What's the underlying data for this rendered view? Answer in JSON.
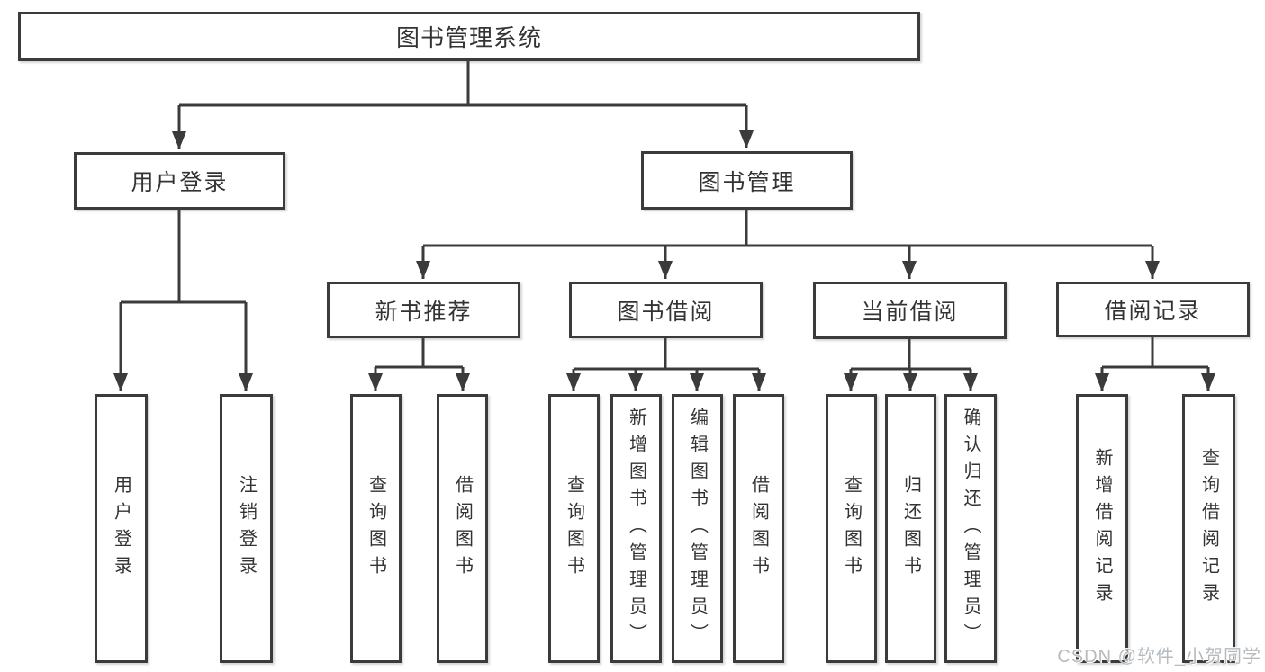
{
  "tree": {
    "label": "图书管理系统",
    "children": [
      {
        "label": "用户登录",
        "children": [
          {
            "label": "用户登录"
          },
          {
            "label": "注销登录"
          }
        ]
      },
      {
        "label": "图书管理",
        "children": [
          {
            "label": "新书推荐",
            "children": [
              {
                "label": "查询图书"
              },
              {
                "label": "借阅图书"
              }
            ]
          },
          {
            "label": "图书借阅",
            "children": [
              {
                "label": "查询图书"
              },
              {
                "label": "新增图书（管理员）"
              },
              {
                "label": "编辑图书（管理员）"
              },
              {
                "label": "借阅图书"
              }
            ]
          },
          {
            "label": "当前借阅",
            "children": [
              {
                "label": "查询图书"
              },
              {
                "label": "归还图书"
              },
              {
                "label": "确认归还（管理员）"
              }
            ]
          },
          {
            "label": "借阅记录",
            "children": [
              {
                "label": "新增借阅记录"
              },
              {
                "label": "查询借阅记录"
              }
            ]
          }
        ]
      }
    ]
  },
  "watermark": {
    "text": "CSDN @软件_小贺同学"
  },
  "colors": {
    "line": "#3b3b3b",
    "text": "#333333",
    "background": "#ffffff",
    "watermark": "#b6bbc0"
  }
}
